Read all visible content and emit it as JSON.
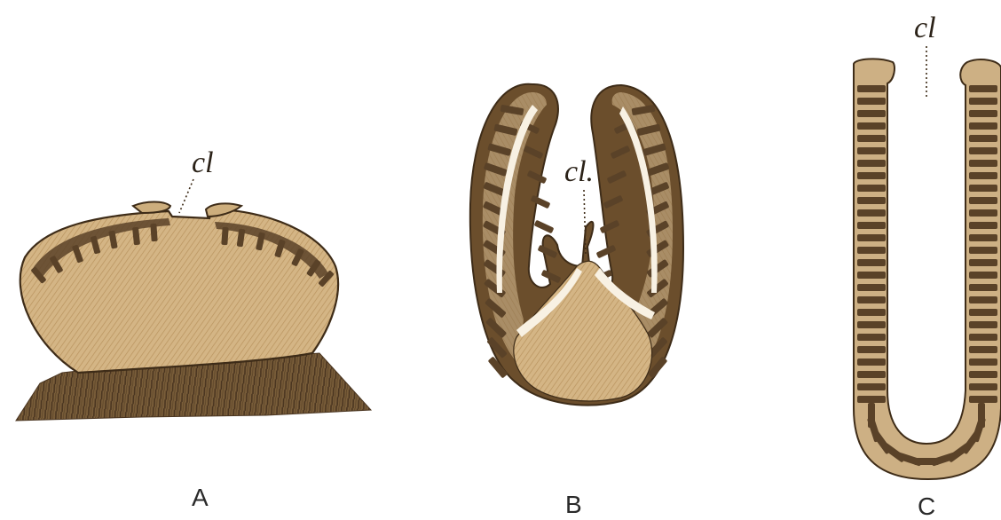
{
  "figure": {
    "panels": [
      {
        "id": "A",
        "letter": "A",
        "annotation": "cl"
      },
      {
        "id": "B",
        "letter": "B",
        "annotation": "cl."
      },
      {
        "id": "C",
        "letter": "C",
        "annotation": "cl"
      }
    ],
    "colors": {
      "background": "#ffffff",
      "tissue_light": "#d6b88a",
      "tissue_mid": "#c29d68",
      "stripe_dark": "#5a4228",
      "outline": "#3e2c18",
      "base_dark": "#6b5233"
    }
  }
}
